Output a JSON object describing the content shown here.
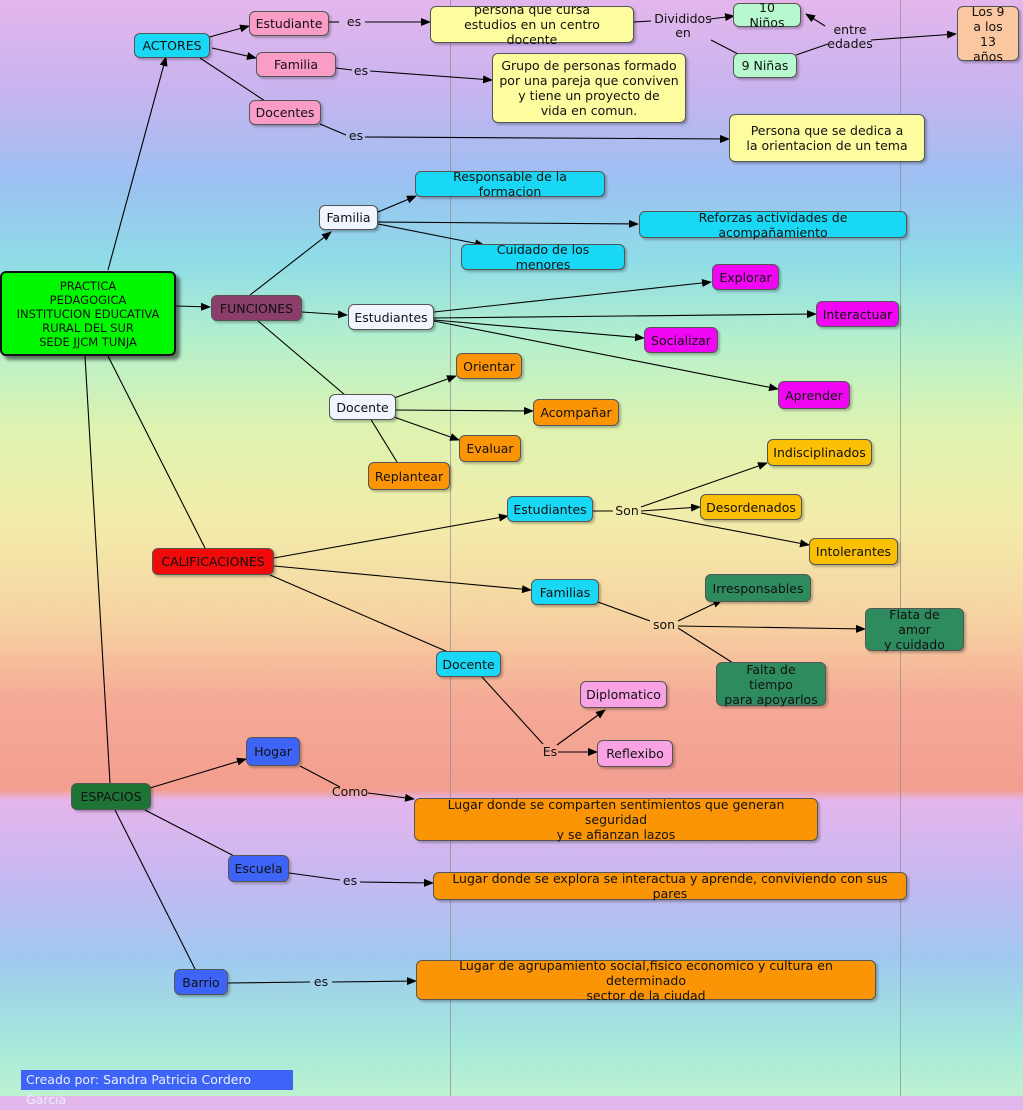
{
  "main": {
    "title": "PRACTICA\nPEDAGOGICA\nINSTITUCION EDUCATIVA\nRURAL DEL SUR\nSEDE JJCM TUNJA"
  },
  "actores": {
    "title": "ACTORES",
    "estudiante": "Estudiante",
    "estudiante_link": "es",
    "estudiante_def": "persona que cursa\nestudios en un centro docente",
    "divididos": "Divididos\nen",
    "ninos": "10 Niños",
    "ninas": "9 Niñas",
    "entre_edades": "entre\nedades",
    "edades": "Los 9\na los\n13 años",
    "familia": "Familia",
    "familia_link": "es",
    "familia_def": "Grupo de personas formado\npor una pareja que conviven\ny tiene un proyecto de\nvida en comun.",
    "docentes": "Docentes",
    "docentes_link": "es",
    "docentes_def": "Persona que se dedica a\nla orientacion de un tema"
  },
  "funciones": {
    "title": "FUNCIONES",
    "familia": "Familia",
    "familia_items": [
      "Responsable de la formacion",
      "Reforzas actividades de acompañamiento",
      "Cuidado de los menores"
    ],
    "estudiantes": "Estudiantes",
    "estudiantes_items": [
      "Explorar",
      "Interactuar",
      "Socializar",
      "Aprender"
    ],
    "docente": "Docente",
    "docente_items": [
      "Orientar",
      "Acompañar",
      "Evaluar",
      "Replantear"
    ]
  },
  "calificaciones": {
    "title": "CALIFICACIONES",
    "estudiantes": "Estudiantes",
    "estudiantes_link": "Son",
    "estudiantes_items": [
      "Indisciplinados",
      "Desordenados",
      "Intolerantes"
    ],
    "familias": "Familias",
    "familias_link": "son",
    "familias_items": [
      "Irresponsables",
      "Flata de amor\ny cuidado",
      "Falta de tiempo\npara apoyarlos"
    ],
    "docente": "Docente",
    "docente_link": "Es",
    "docente_items": [
      "Diplomatico",
      "Reflexibo"
    ]
  },
  "espacios": {
    "title": "ESPACIOS",
    "hogar": "Hogar",
    "hogar_link": "Como",
    "hogar_def": "Lugar donde se comparten sentimientos que generan seguridad\ny se afianzan lazos",
    "escuela": "Escuela",
    "escuela_link": "es",
    "escuela_def": "Lugar donde se explora se interactua y aprende, conviviendo con sus pares",
    "barrio": "Barrio",
    "barrio_link": "es",
    "barrio_def": "Lugar de agrupamiento social,fisico economico y cultura en determinado\nsector de la ciudad"
  },
  "footer": {
    "credit": "Creado por: Sandra Patricia Cordero Garcia"
  }
}
